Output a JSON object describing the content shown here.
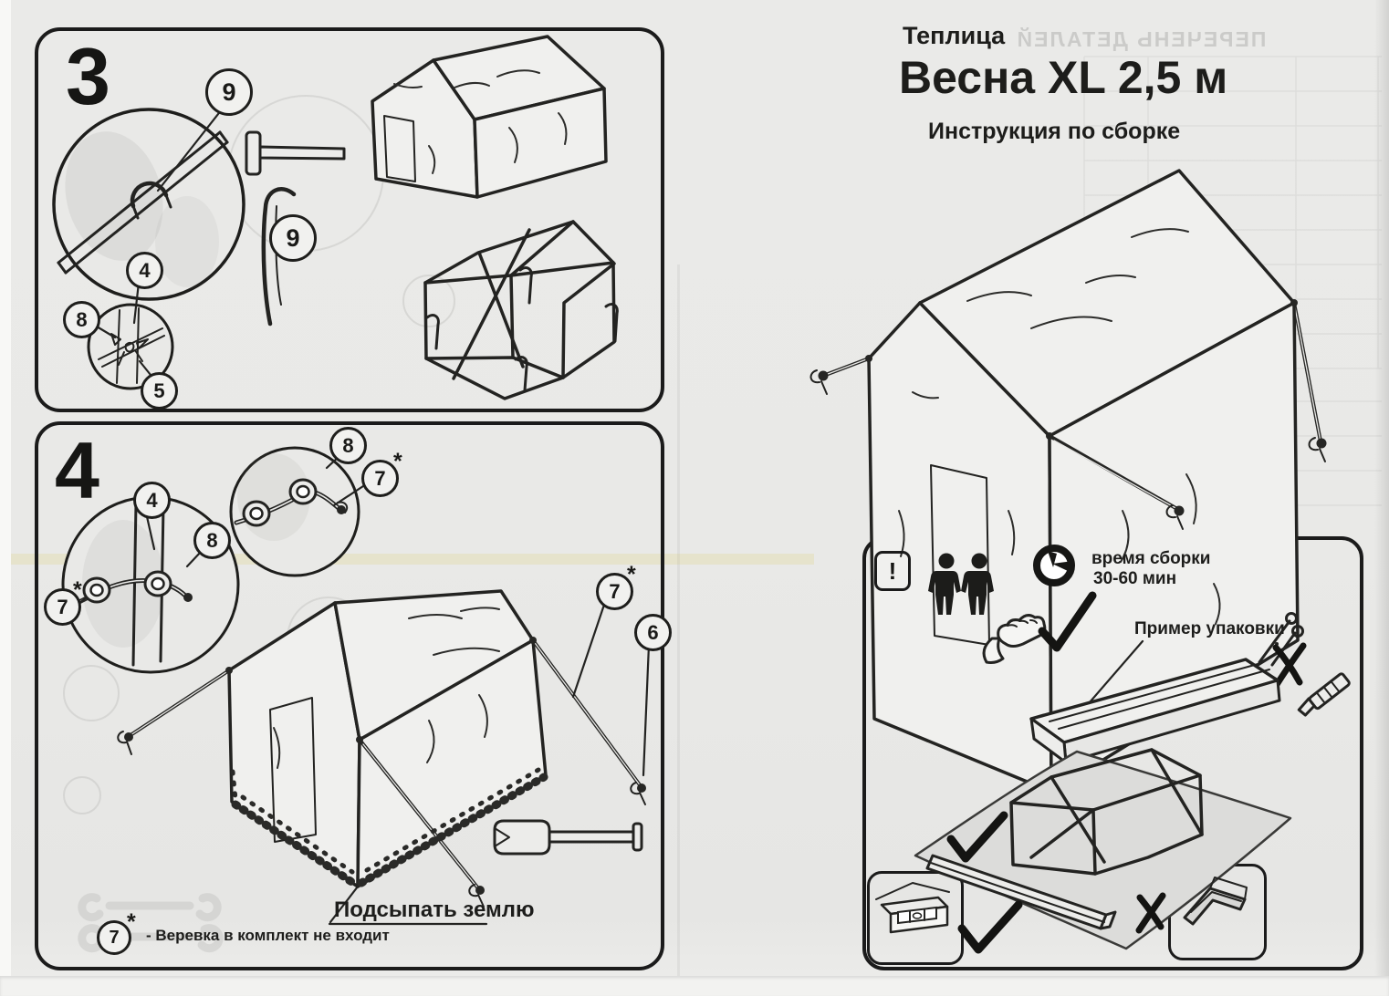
{
  "page": {
    "brand": "Теплица",
    "title": "Весна XL 2,5 м",
    "subtitle": "Инструкция по сборке"
  },
  "step3": {
    "number": "3",
    "callouts": {
      "peg_top": "9",
      "peg_side": "9",
      "tie_pipe": "4",
      "tie_rope": "8",
      "tie_knot": "5"
    }
  },
  "step4": {
    "number": "4",
    "callouts": {
      "grommet_top": "8",
      "rope_top": "7",
      "pipe_left": "4",
      "grommet_left": "8",
      "rope_left": "7",
      "rope_right": "7",
      "stake_right": "6"
    },
    "star": "*",
    "ground_label": "Подсыпать землю",
    "footnote": {
      "num": "7",
      "star": "*",
      "text": "- Веревка в комплект не входит"
    }
  },
  "info": {
    "warning": "!",
    "time_line1": "время сборки",
    "time_line2": "30-60 мин",
    "packaging_label": "Пример упаковки"
  },
  "bleedthrough": {
    "reverse_title": "ПЕРЕЧЕНЬ ДЕТАЛЕЙ"
  }
}
